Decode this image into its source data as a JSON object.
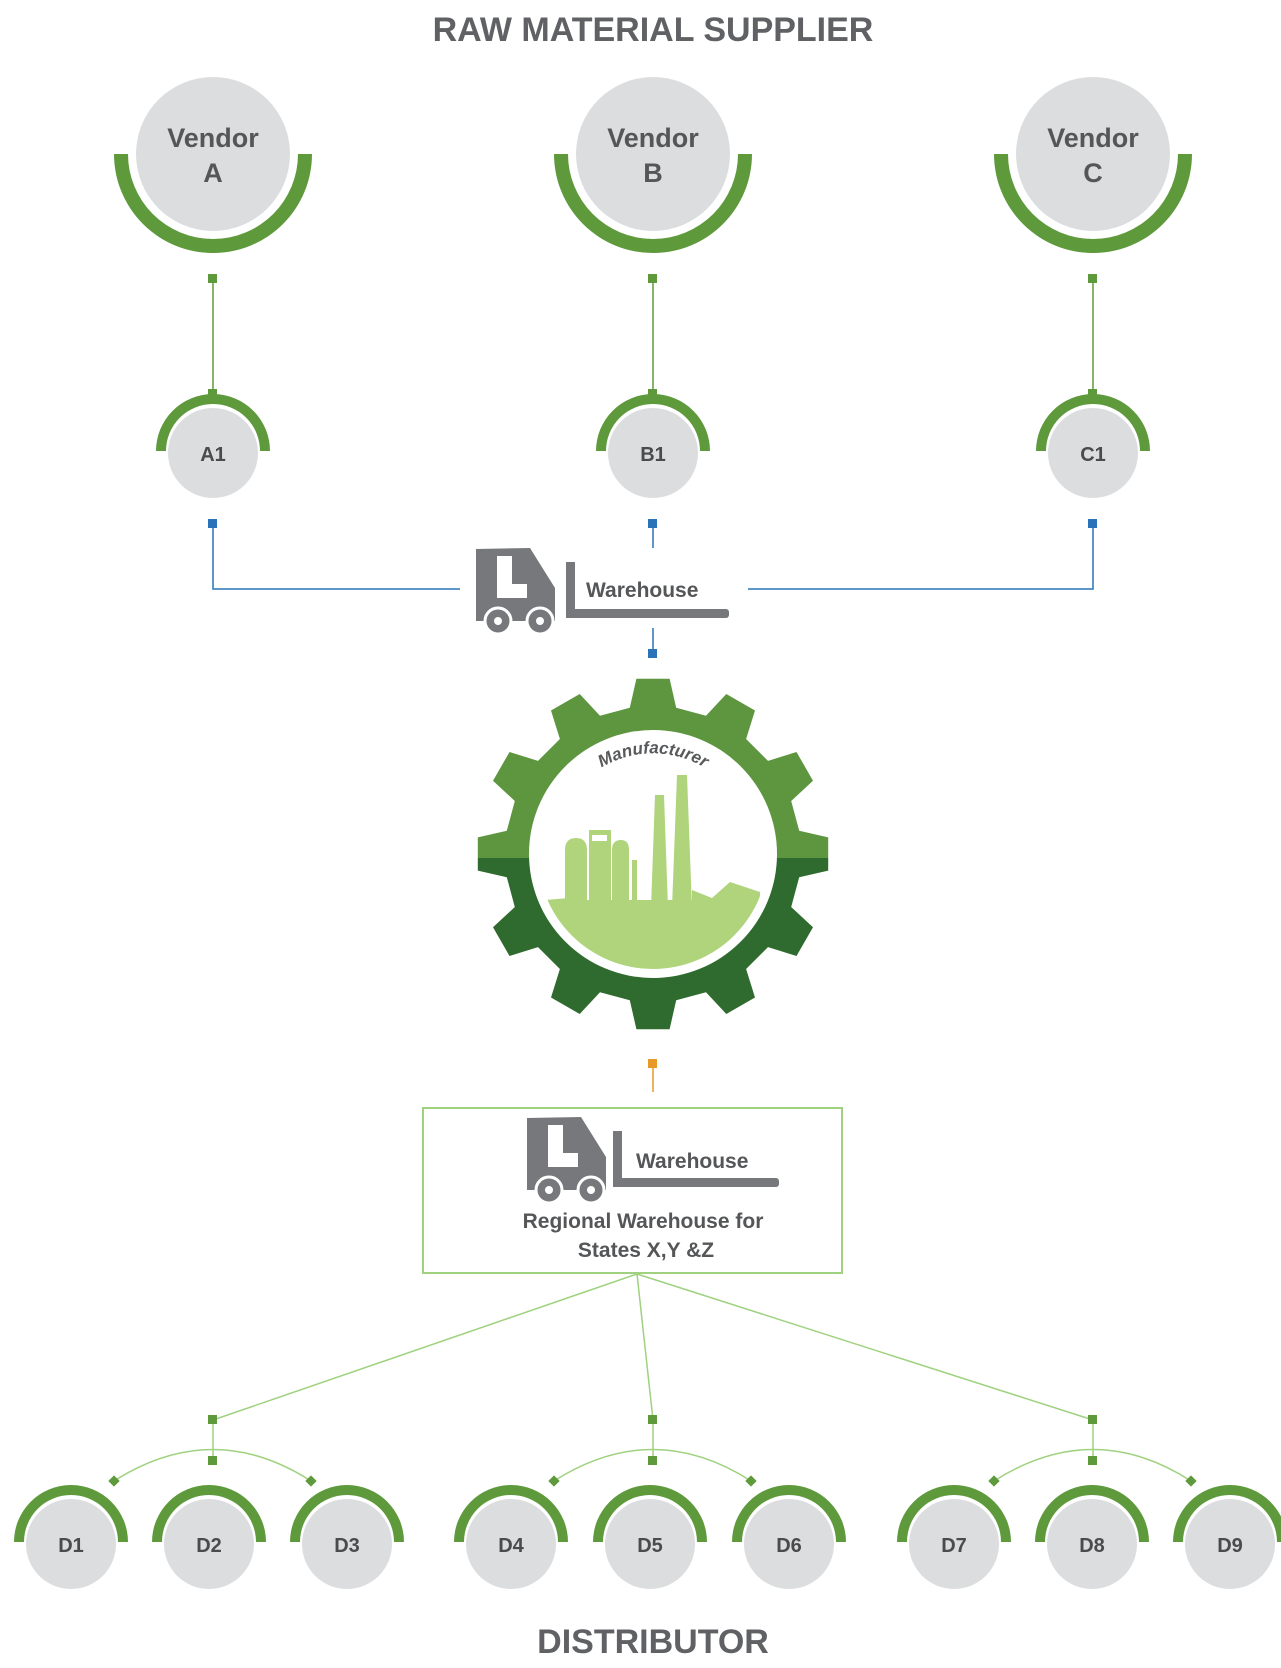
{
  "colors": {
    "green_arc": "#5e9a3c",
    "gear_light": "#5d963f",
    "gear_dark": "#2f6b2f",
    "factory": "#afd47c",
    "node_fill": "#dcdddf",
    "label_text": "#555658",
    "blue_line": "#2a73b8",
    "orange_marker": "#e79a2a",
    "box_border": "#9fd17f",
    "forklift": "#77787b"
  },
  "titles": {
    "top": "RAW MATERIAL SUPPLIER",
    "bottom": "DISTRIBUTOR"
  },
  "vendors": [
    {
      "line1": "Vendor",
      "line2": "A"
    },
    {
      "line1": "Vendor",
      "line2": "B"
    },
    {
      "line1": "Vendor",
      "line2": "C"
    }
  ],
  "sub_suppliers": [
    "A1",
    "B1",
    "C1"
  ],
  "warehouse_top": {
    "label": "Warehouse",
    "icon": "forklift-icon"
  },
  "manufacturer": {
    "label": "Manufacturer",
    "icon": "factory-icon"
  },
  "regional_warehouse": {
    "label": "Warehouse",
    "icon": "forklift-icon",
    "caption_line1": "Regional Warehouse for",
    "caption_line2": "States X,Y &Z"
  },
  "distributors": [
    "D1",
    "D2",
    "D3",
    "D4",
    "D5",
    "D6",
    "D7",
    "D8",
    "D9"
  ]
}
